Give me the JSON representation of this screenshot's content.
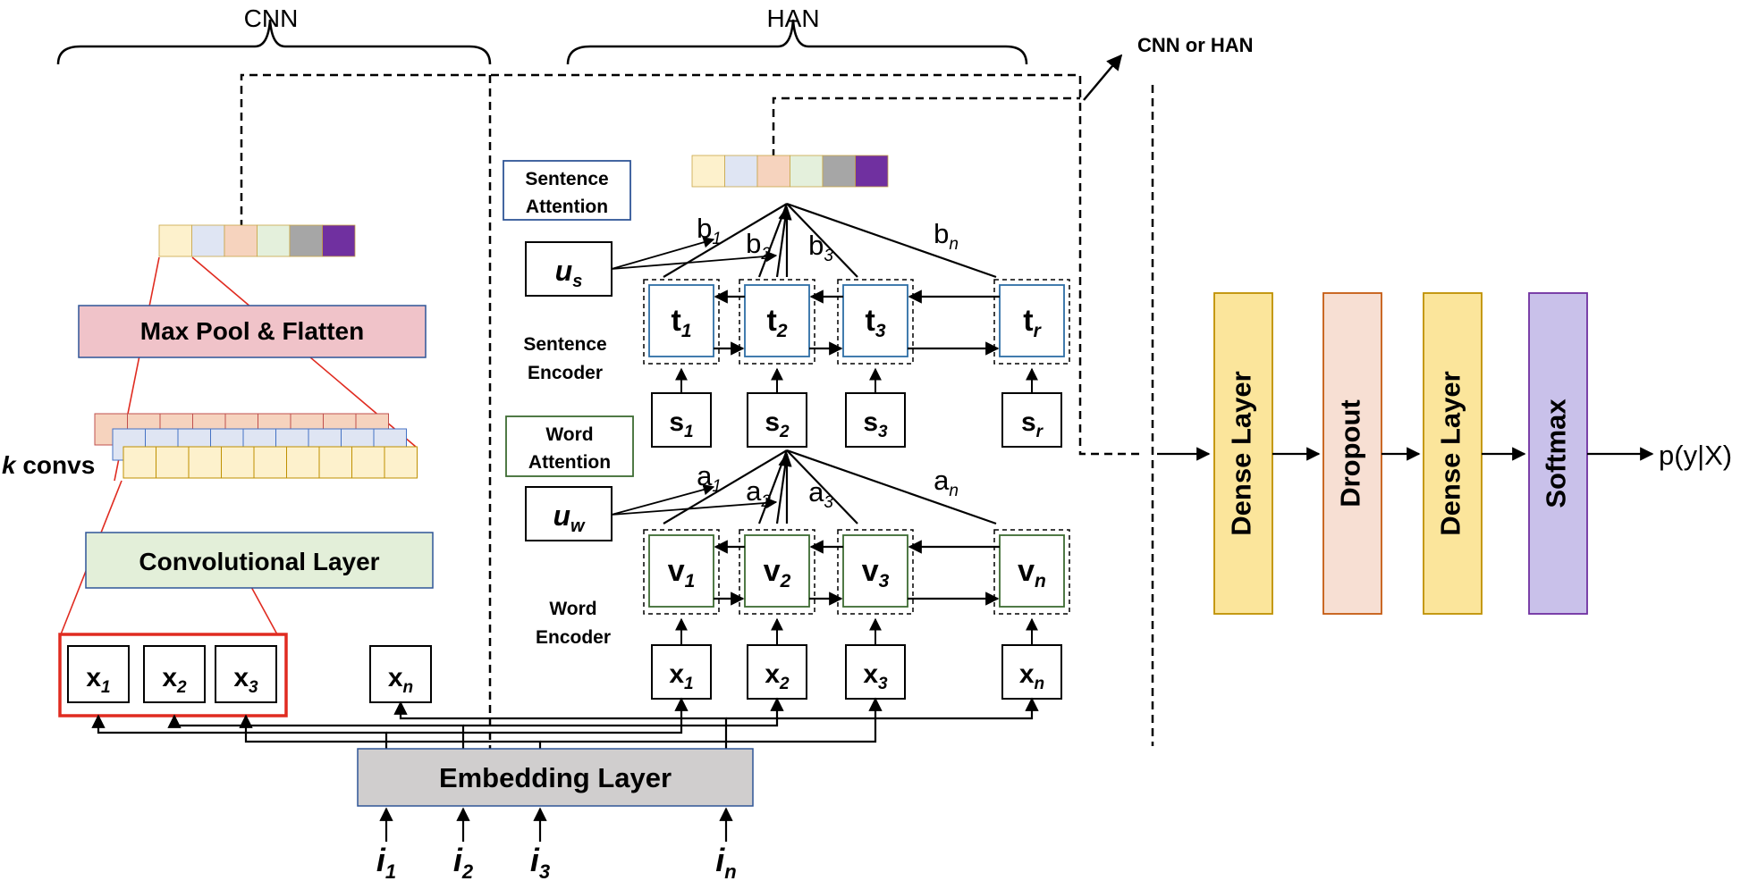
{
  "sections": {
    "cnn": "CNN",
    "han": "HAN",
    "cnn_or_han": "CNN or HAN"
  },
  "cnn": {
    "max_pool": "Max Pool & Flatten",
    "k_convs_k": "k",
    "k_convs_rest": " convs",
    "conv_layer": "Convolutional Layer",
    "inputs": [
      {
        "base": "x",
        "sub": "1"
      },
      {
        "base": "x",
        "sub": "2"
      },
      {
        "base": "x",
        "sub": "3"
      },
      {
        "base": "x",
        "sub": "n"
      }
    ]
  },
  "han": {
    "sentence_attention_line1": "Sentence",
    "sentence_attention_line2": "Attention",
    "word_attention_line1": "Word",
    "word_attention_line2": "Attention",
    "sentence_encoder_line1": "Sentence",
    "sentence_encoder_line2": "Encoder",
    "word_encoder_line1": "Word",
    "word_encoder_line2": "Encoder",
    "us": {
      "base": "u",
      "sub": "s"
    },
    "uw": {
      "base": "u",
      "sub": "w"
    },
    "t_nodes": [
      {
        "base": "t",
        "sub": "1"
      },
      {
        "base": "t",
        "sub": "2"
      },
      {
        "base": "t",
        "sub": "3"
      },
      {
        "base": "t",
        "sub": "r"
      }
    ],
    "s_nodes": [
      {
        "base": "s",
        "sub": "1"
      },
      {
        "base": "s",
        "sub": "2"
      },
      {
        "base": "s",
        "sub": "3"
      },
      {
        "base": "s",
        "sub": "r"
      }
    ],
    "v_nodes": [
      {
        "base": "v",
        "sub": "1"
      },
      {
        "base": "v",
        "sub": "2"
      },
      {
        "base": "v",
        "sub": "3"
      },
      {
        "base": "v",
        "sub": "n"
      }
    ],
    "x_nodes": [
      {
        "base": "x",
        "sub": "1"
      },
      {
        "base": "x",
        "sub": "2"
      },
      {
        "base": "x",
        "sub": "3"
      },
      {
        "base": "x",
        "sub": "n"
      }
    ],
    "b_weights": [
      {
        "base": "b",
        "sub": "1"
      },
      {
        "base": "b",
        "sub": "2"
      },
      {
        "base": "b",
        "sub": "3"
      },
      {
        "base": "b",
        "sub": "n"
      }
    ],
    "a_weights": [
      {
        "base": "a",
        "sub": "1"
      },
      {
        "base": "a",
        "sub": "2"
      },
      {
        "base": "a",
        "sub": "3"
      },
      {
        "base": "a",
        "sub": "n"
      }
    ]
  },
  "embedding": {
    "label": "Embedding Layer",
    "inputs": [
      {
        "base": "i",
        "sub": "1"
      },
      {
        "base": "i",
        "sub": "2"
      },
      {
        "base": "i",
        "sub": "3"
      },
      {
        "base": "i",
        "sub": "n"
      }
    ]
  },
  "classifier": {
    "layers": [
      "Dense Layer",
      "Dropout",
      "Dense Layer",
      "Softmax"
    ],
    "output": "p(y|X)"
  },
  "colors": {
    "feature_vector": [
      "#fdf1cc",
      "#dfe5f3",
      "#f6d3be",
      "#e4f0dc",
      "#a6a6a6",
      "#7030a0"
    ],
    "max_pool_fill": "#f0c3c9",
    "conv_fill": "#e3efd9",
    "embedding_fill": "#d0cece",
    "dense_fill": "#fbe59b",
    "dropout_fill": "#f7dfd3",
    "softmax_fill": "#c9c1ea",
    "red_outline": "#e02b20",
    "sentence_node_border": "#2e6ea6",
    "word_node_border": "#3d6b32"
  }
}
